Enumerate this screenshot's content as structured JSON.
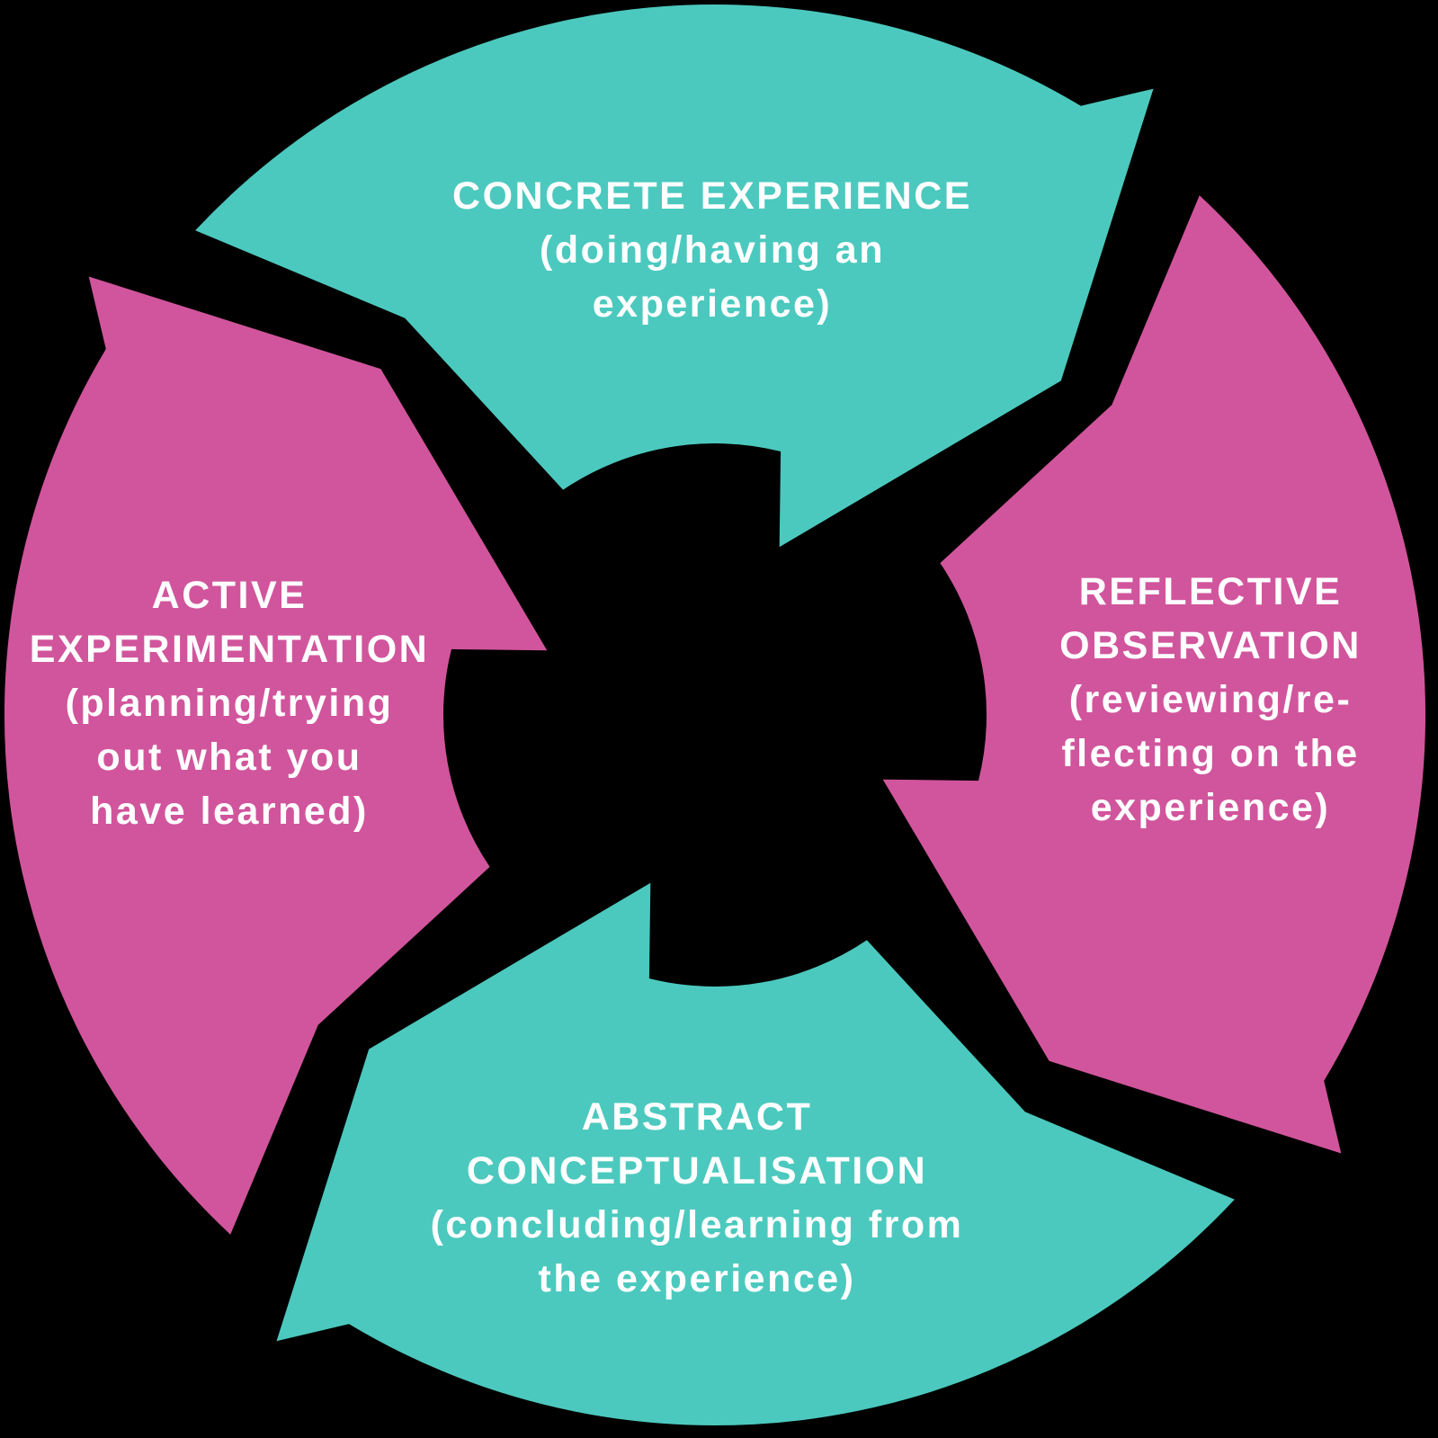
{
  "diagram": {
    "type": "cycle-diagram",
    "background_color": "#000000",
    "text_color": "#FFFFFF",
    "teal_color": "#4CC9BE",
    "pink_color": "#D1559C",
    "segments": [
      {
        "id": "concrete-experience",
        "position": "top",
        "color": "#4CC9BE",
        "lines": [
          "CONCRETE EXPERIENCE",
          "(doing/having an",
          "experience)"
        ]
      },
      {
        "id": "reflective-observation",
        "position": "right",
        "color": "#D1559C",
        "lines": [
          "REFLECTIVE",
          "OBSERVATION",
          "(reviewing/re-",
          "flecting on the",
          "experience)"
        ]
      },
      {
        "id": "abstract-conceptualisation",
        "position": "bottom",
        "color": "#4CC9BE",
        "lines": [
          "ABSTRACT",
          "CONCEPTUALISATION",
          "(concluding/learning from",
          "the experience)"
        ]
      },
      {
        "id": "active-experimentation",
        "position": "left",
        "color": "#D1559C",
        "lines": [
          "ACTIVE",
          "EXPERIMENTATION",
          "(planning/trying",
          "out what you",
          "have learned)"
        ]
      }
    ]
  }
}
